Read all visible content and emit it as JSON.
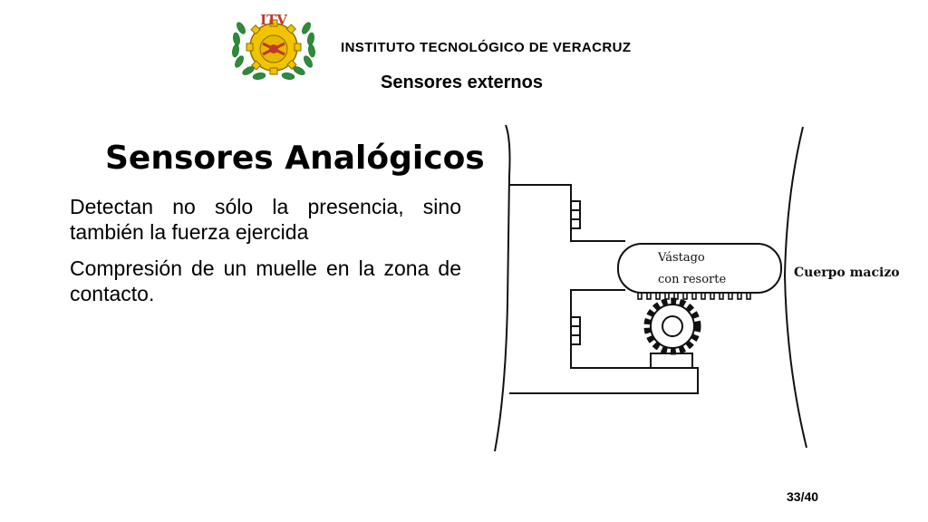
{
  "header": {
    "institute": "INSTITUTO TECNOLÓGICO DE VERACRUZ",
    "subtitle": "Sensores externos",
    "logo_text": "ITV"
  },
  "slide": {
    "title": "Sensores Analógicos",
    "paragraphs": [
      "Detectan no sólo la presencia, sino también la fuerza ejercida",
      "Compresión de un muelle en la zona de contacto."
    ]
  },
  "diagram": {
    "rod_label_line1": "Vástago",
    "rod_label_line2": "con resorte",
    "body_label": "Cuerpo macizo"
  },
  "footer": {
    "page": "33/40"
  },
  "colors": {
    "laurel_green": "#2e8b3a",
    "logo_yellow": "#f2c400",
    "logo_red": "#c0392b"
  }
}
